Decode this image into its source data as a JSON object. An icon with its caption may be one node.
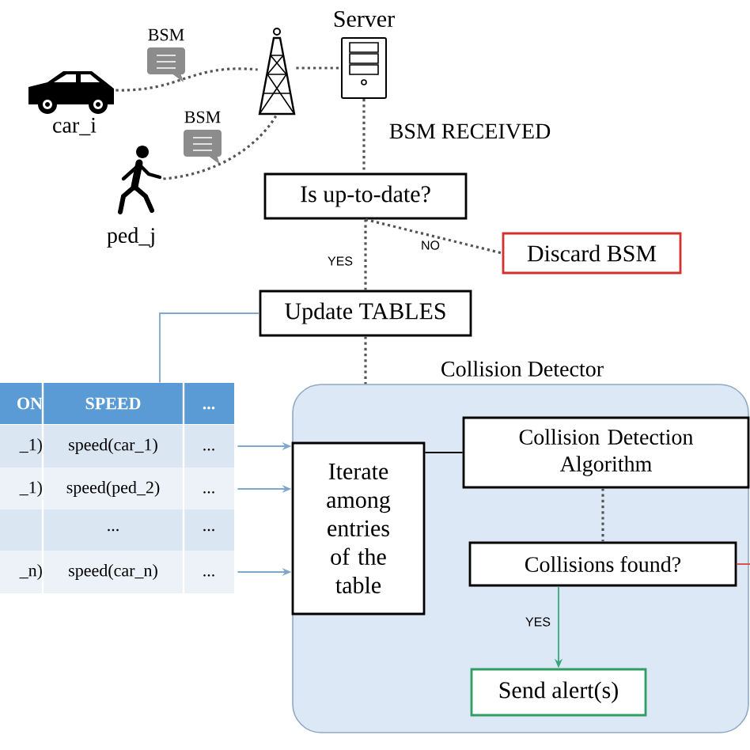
{
  "diagram": {
    "nodes": [
      {
        "text": [],
        "shape": "picture",
        "beside": [
          "car_i"
        ]
      },
      {
        "text": [],
        "shape": "picture",
        "beside": [
          "ped_j"
        ]
      },
      {
        "text": [],
        "shape": "picture"
      },
      {
        "text": [],
        "shape": "picture",
        "beside": [
          "Server"
        ]
      },
      {
        "text": [
          "Is up-to-date?"
        ]
      },
      {
        "text": [
          "Discard BSM"
        ]
      },
      {
        "text": [
          "Update TABLES"
        ]
      },
      {
        "text": [
          "ON",
          "SPEED",
          "..."
        ]
      },
      {
        "text": [
          "_1)",
          "speed(car_1)",
          "..."
        ]
      },
      {
        "text": [
          "_1)",
          "speed(ped_2)",
          "..."
        ]
      },
      {
        "text": [
          "...",
          "..."
        ]
      },
      {
        "text": [
          "_n)",
          "speed(car_n)",
          "..."
        ]
      },
      {
        "text": [
          "Collision Detector"
        ]
      },
      {
        "text": [
          "Iterate among entries of the table"
        ],
        "in": 12
      },
      {
        "text": [
          "Collision Detection Algorithm"
        ],
        "in": 12
      },
      {
        "text": [
          "Collisions found?"
        ],
        "in": 12
      },
      {
        "text": [
          "Send alert(s)"
        ],
        "in": 12
      }
    ],
    "edges": [
      {
        "from": 0,
        "to": 2,
        "arrow": "none",
        "style": "dashed"
      },
      {
        "from": 1,
        "to": 2,
        "arrow": "none",
        "style": "dashed"
      },
      {
        "from": 2,
        "to": 3,
        "arrow": "none",
        "style": "dashed"
      },
      {
        "from": 3,
        "to": 4,
        "arrow": "none",
        "style": "dashed",
        "label": "BSM RECEIVED"
      },
      {
        "from": 4,
        "to": 6,
        "arrow": "none",
        "style": "dashed",
        "label": "YES"
      },
      {
        "from": 4,
        "to": 5,
        "arrow": "none",
        "style": "dashed",
        "label": "NO"
      },
      {
        "from": 6,
        "to": 7,
        "arrow": "none",
        "color": "#7fa7cc"
      },
      {
        "from": 6,
        "to": 12,
        "arrow": "none",
        "style": "dashed"
      },
      {
        "from": 8,
        "to": 13,
        "arrow": "to",
        "color": "#7fa7cc"
      },
      {
        "from": 9,
        "to": 13,
        "arrow": "to",
        "color": "#7fa7cc"
      },
      {
        "from": 11,
        "to": 13,
        "arrow": "to",
        "color": "#7fa7cc"
      },
      {
        "from": 13,
        "to": 14,
        "arrow": "none"
      },
      {
        "from": 14,
        "to": 15,
        "arrow": "none",
        "style": "dashed"
      },
      {
        "from": 15,
        "to": 16,
        "arrow": "to",
        "color": "#3aa57a",
        "label": "YES"
      },
      {
        "from": 15,
        "to": null,
        "arrow": "none",
        "color": "#d9534f"
      }
    ],
    "labels": [
      "BSM",
      "BSM"
    ]
  }
}
